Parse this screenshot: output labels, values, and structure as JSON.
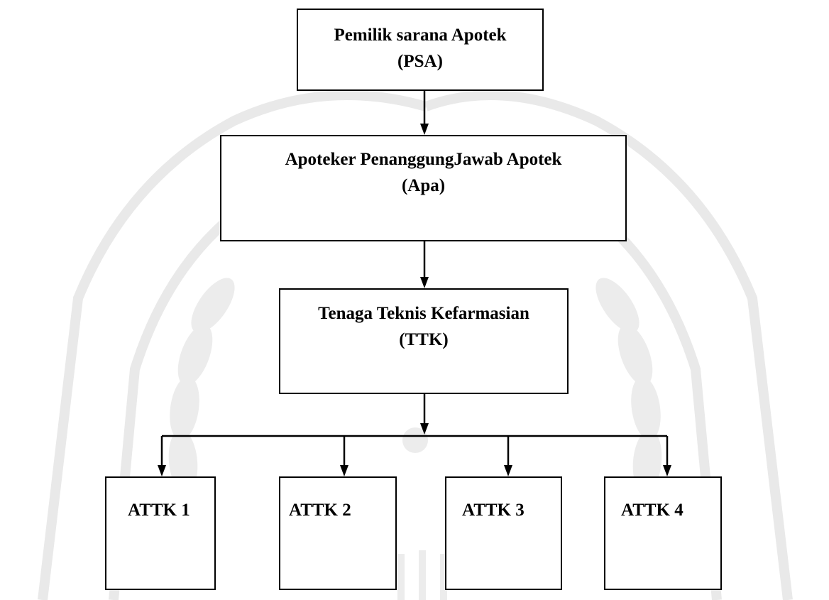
{
  "diagram": {
    "psa": {
      "title": "Pemilik sarana Apotek",
      "abbr": "(PSA)"
    },
    "apa": {
      "title": "Apoteker PenanggungJawab Apotek",
      "abbr": "(Apa)"
    },
    "ttk": {
      "title": "Tenaga Teknis Kefarmasian",
      "abbr": "(TTK)"
    },
    "attk": [
      "ATTK 1",
      "ATTK 2",
      "ATTK 3",
      "ATTK 4"
    ]
  },
  "colors": {
    "line": "#000000",
    "box_border": "#000000",
    "watermark": "#e8e8e8"
  },
  "watermark": {
    "icon": "university-seal-watermark"
  }
}
